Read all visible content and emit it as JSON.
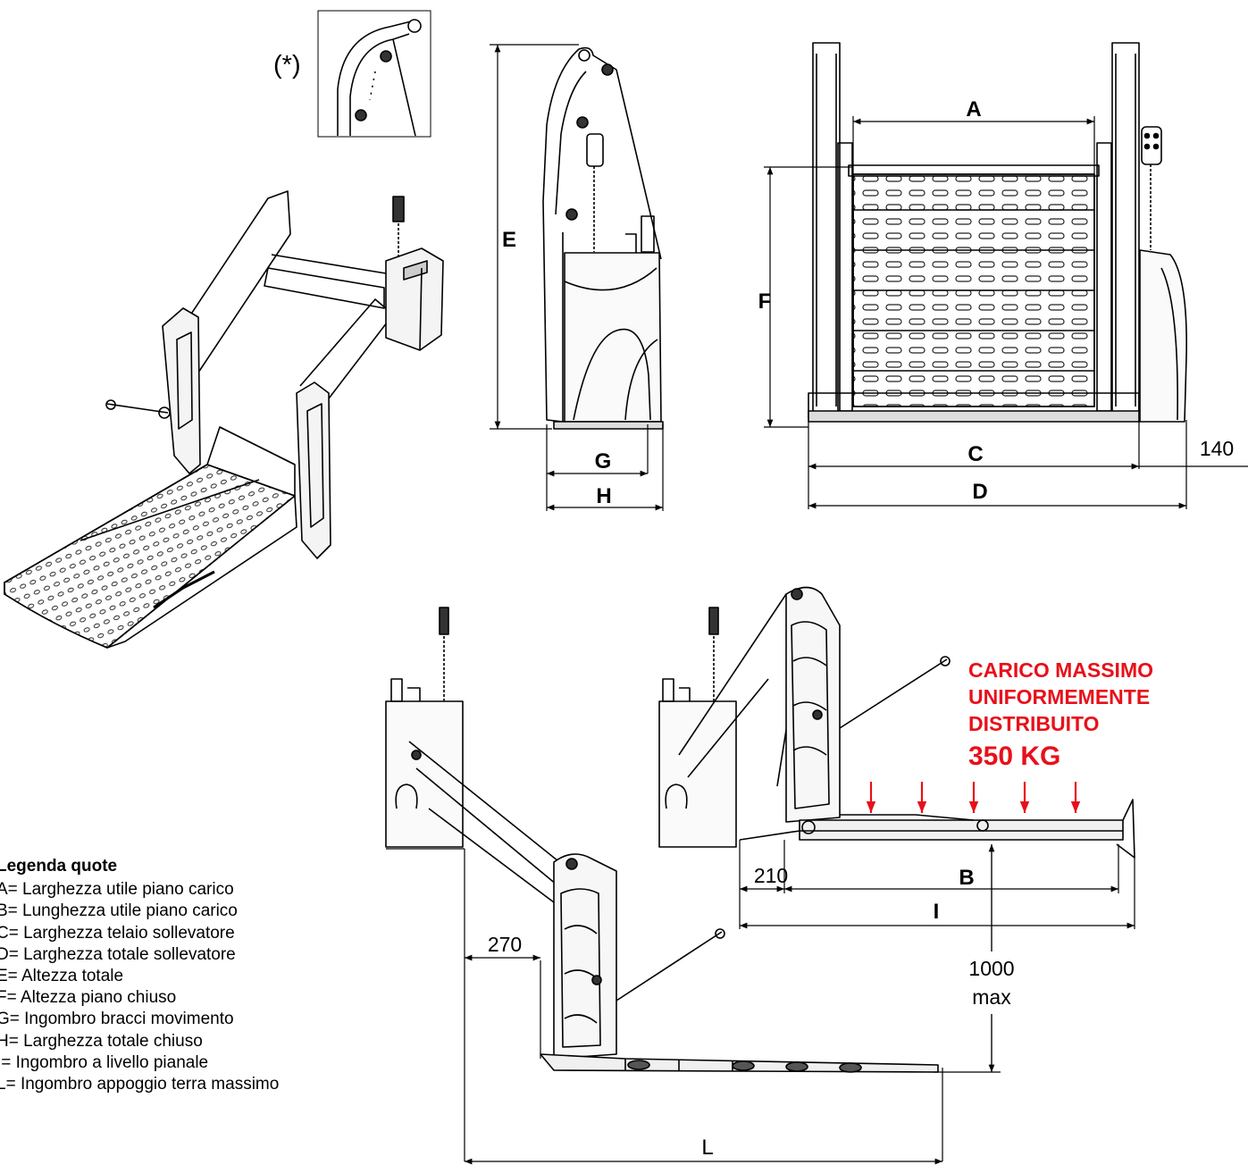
{
  "detail_callout": "(*)",
  "dimensions": {
    "A": "A",
    "B": "B",
    "C": "C",
    "D": "D",
    "E": "E",
    "F": "F",
    "G": "G",
    "H": "H",
    "I": "I",
    "L": "L",
    "offset_side": "140",
    "offset_front": "210",
    "offset_ground": "270",
    "height_value": "1000",
    "height_suffix": "max"
  },
  "load_note": {
    "lines": [
      "CARICO MASSIMO",
      "UNIFORMEMENTE",
      "DISTRIBUITO"
    ],
    "value": "350 KG",
    "color": "#e8101a"
  },
  "legend": {
    "title": "Legenda quote",
    "items": [
      "A= Larghezza utile piano carico",
      "B= Lunghezza utile piano carico",
      "C= Larghezza telaio sollevatore",
      "D= Larghezza totale sollevatore",
      "E= Altezza totale",
      "F= Altezza piano chiuso",
      "G= Ingombro bracci movimento",
      "H= Larghezza totale chiuso",
      "I= Ingombro a livello pianale",
      "L= Ingombro appoggio terra massimo"
    ]
  }
}
